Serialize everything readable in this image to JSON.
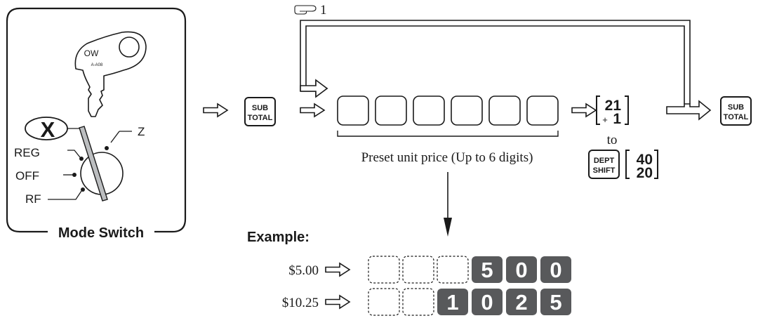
{
  "mode_switch": {
    "key_label": "OW",
    "key_code": "A-A08",
    "positions": {
      "x": "X",
      "z": "Z",
      "reg": "REG",
      "off": "OFF",
      "rf": "RF"
    },
    "caption": "Mode Switch"
  },
  "flow": {
    "note_icon": "pointing-hand-icon",
    "note_number": "1",
    "subtotal_key": {
      "line1": "SUB",
      "line2": "TOTAL"
    },
    "dept_key_first": {
      "top": "21",
      "bottom_left": "+",
      "bottom_right": "1"
    },
    "to_label": "to",
    "dept_shift_key": {
      "line1": "DEPT",
      "line2": "SHIFT"
    },
    "dept_key_last": {
      "top": "40",
      "bottom": "20"
    },
    "preset_label": "Preset unit price (Up to 6 digits)",
    "digit_box_count_label": "6"
  },
  "example": {
    "heading": "Example:",
    "rows": [
      {
        "price": "$5.00",
        "digits": [
          "5",
          "0",
          "0"
        ]
      },
      {
        "price": "$10.25",
        "digits": [
          "1",
          "0",
          "2",
          "5"
        ]
      }
    ]
  },
  "colors": {
    "line": "#1a1a1a",
    "digit_fill": "#58595b",
    "digit_text": "#ffffff",
    "rod_fill": "#bcbec0"
  }
}
